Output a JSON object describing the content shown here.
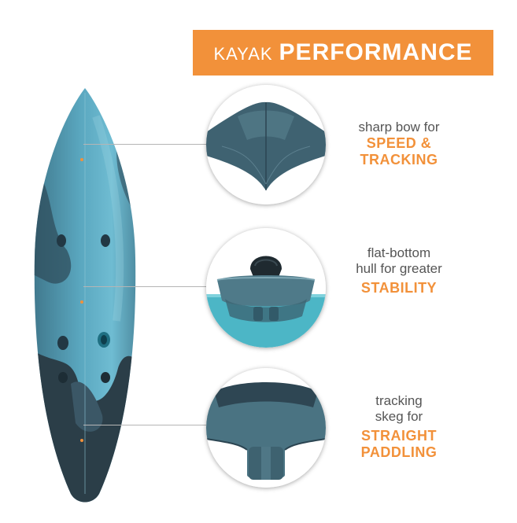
{
  "banner": {
    "small": "KAYAK",
    "big": "PERFORMANCE"
  },
  "features": [
    {
      "desc": [
        "sharp bow for"
      ],
      "highlight": [
        "SPEED &",
        "TRACKING"
      ]
    },
    {
      "desc": [
        "flat-bottom",
        "hull for greater"
      ],
      "highlight": [
        "STABILITY"
      ]
    },
    {
      "desc": [
        "tracking",
        "skeg for"
      ],
      "highlight": [
        "STRAIGHT",
        "PADDLING"
      ]
    }
  ],
  "colors": {
    "accent": "#f2913a",
    "hull_blue": "#4a90a6",
    "hull_dark": "#2f4550",
    "water": "#4cb6c6"
  }
}
